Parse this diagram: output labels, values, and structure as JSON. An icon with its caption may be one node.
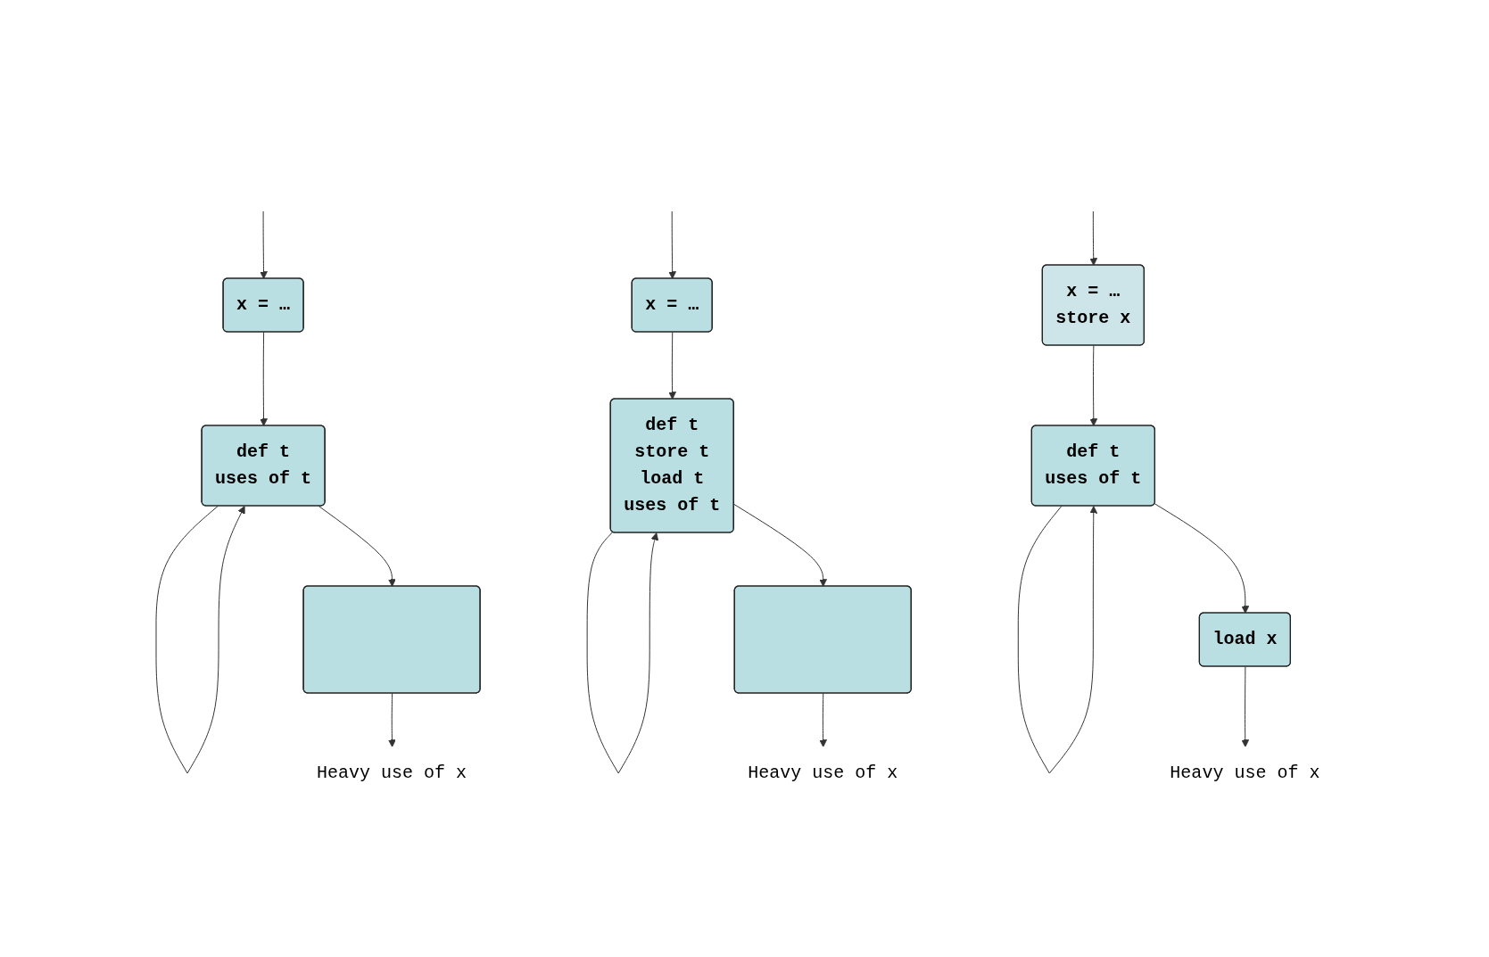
{
  "diagram": {
    "nodes": [
      {
        "text": [
          "x = …"
        ]
      },
      {
        "text": [
          "def t",
          "uses of t"
        ]
      },
      {
        "text": [],
        "shape": "box"
      },
      {
        "text": [
          "Heavy use of x"
        ]
      },
      {
        "text": [
          "x = …"
        ]
      },
      {
        "text": [
          "def t",
          "store t",
          "load t",
          "uses of t"
        ]
      },
      {
        "text": [],
        "shape": "box"
      },
      {
        "text": [
          "Heavy use of x"
        ]
      },
      {
        "text": [
          "x = …",
          "store x"
        ]
      },
      {
        "text": [
          "def t",
          "uses of t"
        ]
      },
      {
        "text": [
          "load x"
        ]
      },
      {
        "text": [
          "Heavy use of x"
        ]
      }
    ],
    "edges": [
      {
        "from": null,
        "to": 0,
        "arrow": "to"
      },
      {
        "from": 0,
        "to": 1,
        "arrow": "to"
      },
      {
        "from": 1,
        "to": 1,
        "arrow": "to"
      },
      {
        "from": 1,
        "to": 2,
        "arrow": "to"
      },
      {
        "from": 2,
        "to": 3,
        "arrow": "to"
      },
      {
        "from": null,
        "to": 4,
        "arrow": "to"
      },
      {
        "from": 4,
        "to": 5,
        "arrow": "to"
      },
      {
        "from": 5,
        "to": 5,
        "arrow": "to"
      },
      {
        "from": 5,
        "to": 6,
        "arrow": "to"
      },
      {
        "from": 6,
        "to": 7,
        "arrow": "to"
      },
      {
        "from": null,
        "to": 8,
        "arrow": "to"
      },
      {
        "from": 8,
        "to": 9,
        "arrow": "to"
      },
      {
        "from": 9,
        "to": 9,
        "arrow": "to"
      },
      {
        "from": 9,
        "to": 10,
        "arrow": "to"
      },
      {
        "from": 10,
        "to": 11,
        "arrow": "to"
      }
    ]
  }
}
